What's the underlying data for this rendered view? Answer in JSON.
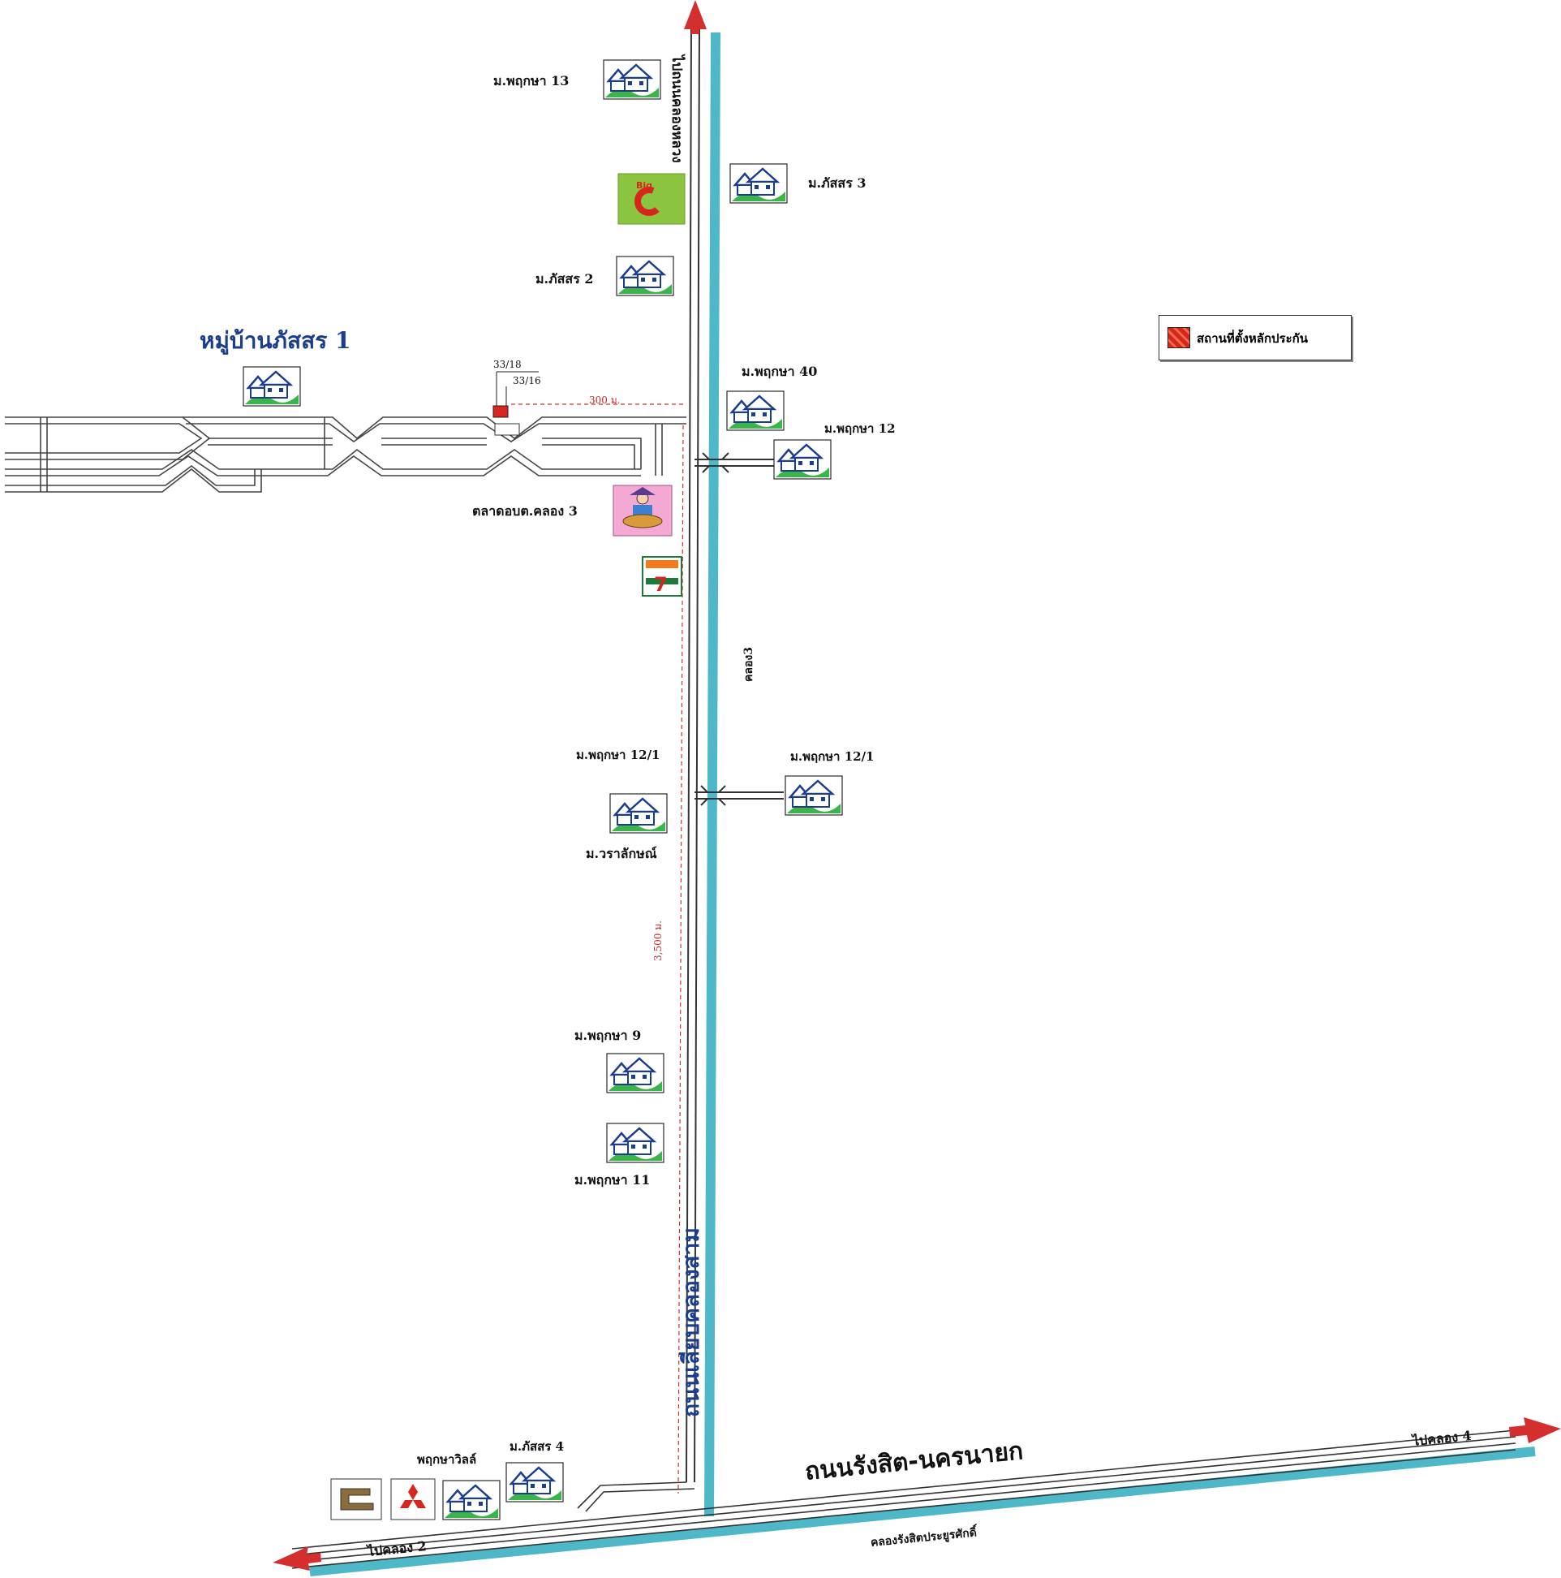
{
  "title": "หมู่บ้านภัสสร 1",
  "legend": {
    "label": "สถานที่ตั้งหลักประกัน",
    "color": "#d7261e"
  },
  "roads": {
    "main_vertical": "ถนนเลียบคลองสาม",
    "to_north": "ไปถนนคลองหลวง",
    "main_horizontal": "ถนนรังสิต-นครนายก",
    "to_west": "ไปคลอง 2",
    "to_east": "ไปคลอง 4"
  },
  "canals": {
    "vertical": "คลอง3",
    "horizontal": "คลองรังสิตประยูรศักดิ์"
  },
  "distances": {
    "d300": "300 ม.",
    "d3500": "3,500 ม."
  },
  "plots": {
    "p1": "33/18",
    "p2": "33/16"
  },
  "places": {
    "pruksa13": "ม.พฤกษา 13",
    "passorn3": "ม.ภัสสร 3",
    "passorn2": "ม.ภัสสร 2",
    "pruksa40": "ม.พฤกษา 40",
    "pruksa12": "ม.พฤกษา 12",
    "market": "ตลาดอบต.คลอง 3",
    "pruksa12_1_w": "ม.พฤกษา 12/1",
    "pruksa12_1_e": "ม.พฤกษา 12/1",
    "waralak": "ม.วราลักษณ์",
    "pruksa9": "ม.พฤกษา 9",
    "pruksa11": "ม.พฤกษา 11",
    "passorn4": "ม.ภัสสร 4",
    "pruksaville": "พฤกษาวิลล์"
  },
  "icons": [
    "village-icon",
    "big-c-logo",
    "market-icon",
    "seven-eleven-logo",
    "mitsubishi-logo",
    "office-icon",
    "bridge-icon",
    "collateral-marker"
  ],
  "colors": {
    "canal": "#4fb8c8",
    "road": "#333333",
    "arrow": "#d32f2f",
    "village": "#1a3d8f",
    "grass": "#3bb54a"
  }
}
